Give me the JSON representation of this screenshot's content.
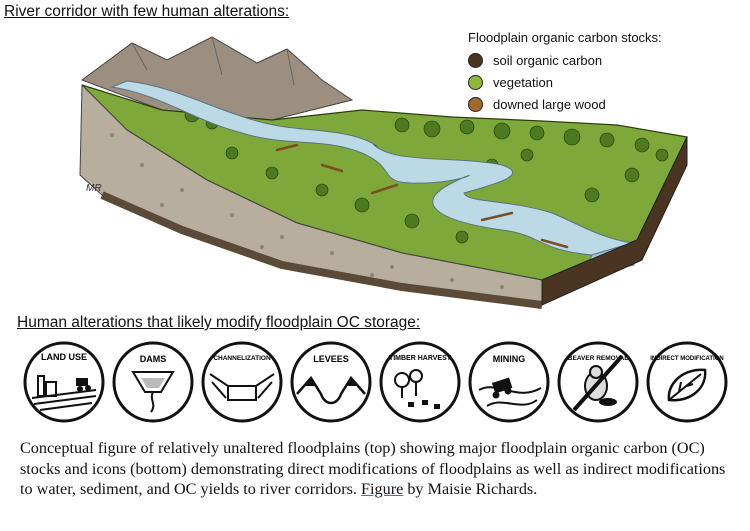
{
  "top_heading": "River corridor with few human alterations:",
  "legend": {
    "title": "Floodplain organic carbon stocks:",
    "items": [
      {
        "label": "soil organic carbon",
        "color": "#4a3422"
      },
      {
        "label": "vegetation",
        "color": "#8db83a"
      },
      {
        "label": "downed large wood",
        "color": "#a06a2c"
      }
    ]
  },
  "artist_mark": "MR",
  "bottom_heading": "Human alterations that likely modify floodplain OC storage:",
  "icons": [
    {
      "label": "LAND USE",
      "icon": "land-use-icon"
    },
    {
      "label": "DAMS",
      "icon": "dams-icon"
    },
    {
      "label": "CHANNELIZATION",
      "icon": "channelization-icon"
    },
    {
      "label": "LEVEES",
      "icon": "levees-icon"
    },
    {
      "label": "TIMBER HARVEST",
      "icon": "timber-harvest-icon"
    },
    {
      "label": "MINING",
      "icon": "mining-icon"
    },
    {
      "label": "BEAVER REMOVAL",
      "icon": "beaver-removal-icon"
    },
    {
      "label": "INDIRECT MODIFICATION",
      "icon": "indirect-modification-icon"
    }
  ],
  "caption": {
    "before_link": "Conceptual figure of relatively unaltered floodplains (top) showing major floodplain organic carbon (OC) stocks and icons (bottom) demonstrating direct modifications of floodplains as well as indirect modifications to water, sediment, and OC yields to river corridors. ",
    "link_text": "Figure",
    "after_link": " by Maisie Richards."
  },
  "colors": {
    "soil": "#4a3422",
    "vegetation": "#8db83a",
    "wood": "#a06a2c",
    "water": "#bcd9e6",
    "rock": "#a79b8a"
  }
}
